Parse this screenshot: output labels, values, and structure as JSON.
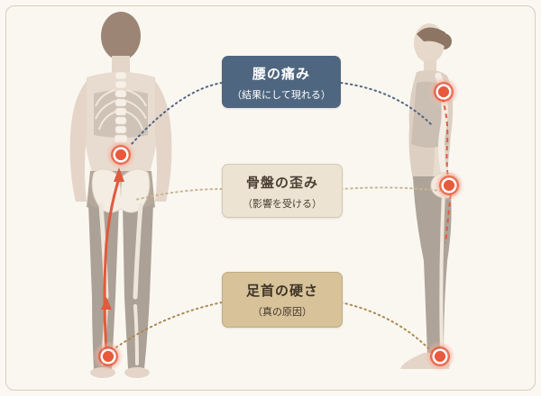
{
  "labels": {
    "back": {
      "title": "腰の痛み",
      "sub": "（結果にして現れる）"
    },
    "pelvis": {
      "title": "骨盤の歪み",
      "sub": "（影響を受ける）"
    },
    "ankle": {
      "title": "足首の硬さ",
      "sub": "（真の原因）"
    }
  },
  "colors": {
    "back_box": "#4f6680",
    "pelvis_box": "#ece3d3",
    "ankle_box": "#d7c29a",
    "pain_marker": "#e05a3e",
    "arrow": "#e05a3e"
  }
}
